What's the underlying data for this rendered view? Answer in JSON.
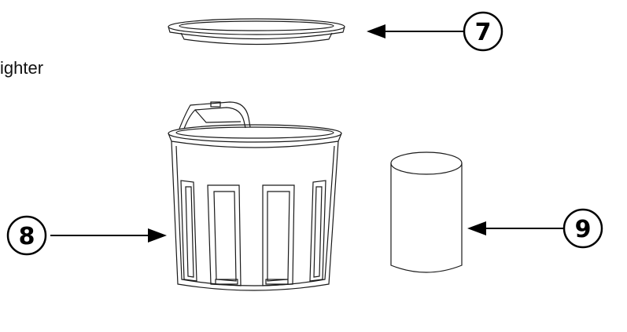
{
  "side_text": "ighter",
  "callouts": [
    {
      "id": "7",
      "label": "7"
    },
    {
      "id": "8",
      "label": "8"
    },
    {
      "id": "9",
      "label": "9"
    }
  ],
  "colors": {
    "line": "#1a1a1a",
    "background": "#ffffff"
  }
}
